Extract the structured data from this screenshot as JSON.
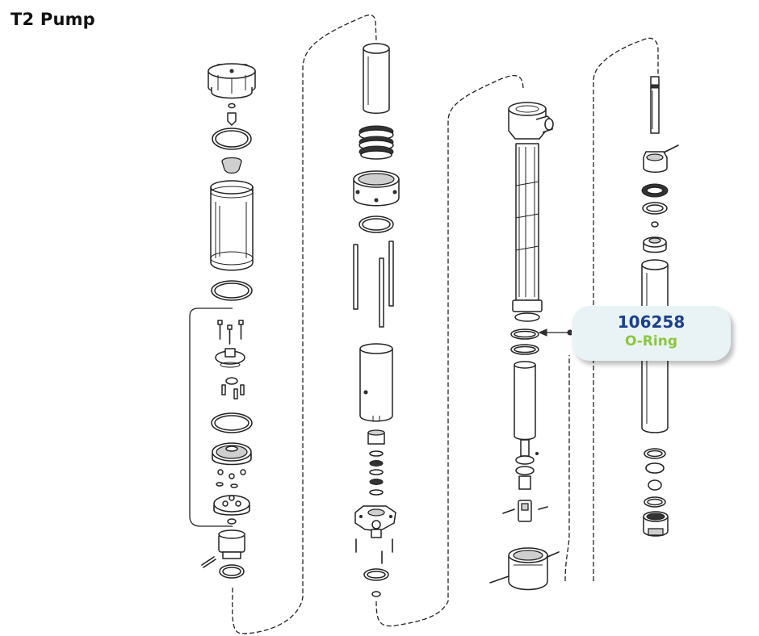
{
  "title": "T2 Pump",
  "callout": {
    "part_number": "106258",
    "description": "O-Ring"
  },
  "colors": {
    "part_number": "#1c3f8c",
    "description": "#8cc63f",
    "callout_bg": "#e9f3f5",
    "line_art": "#222222"
  }
}
